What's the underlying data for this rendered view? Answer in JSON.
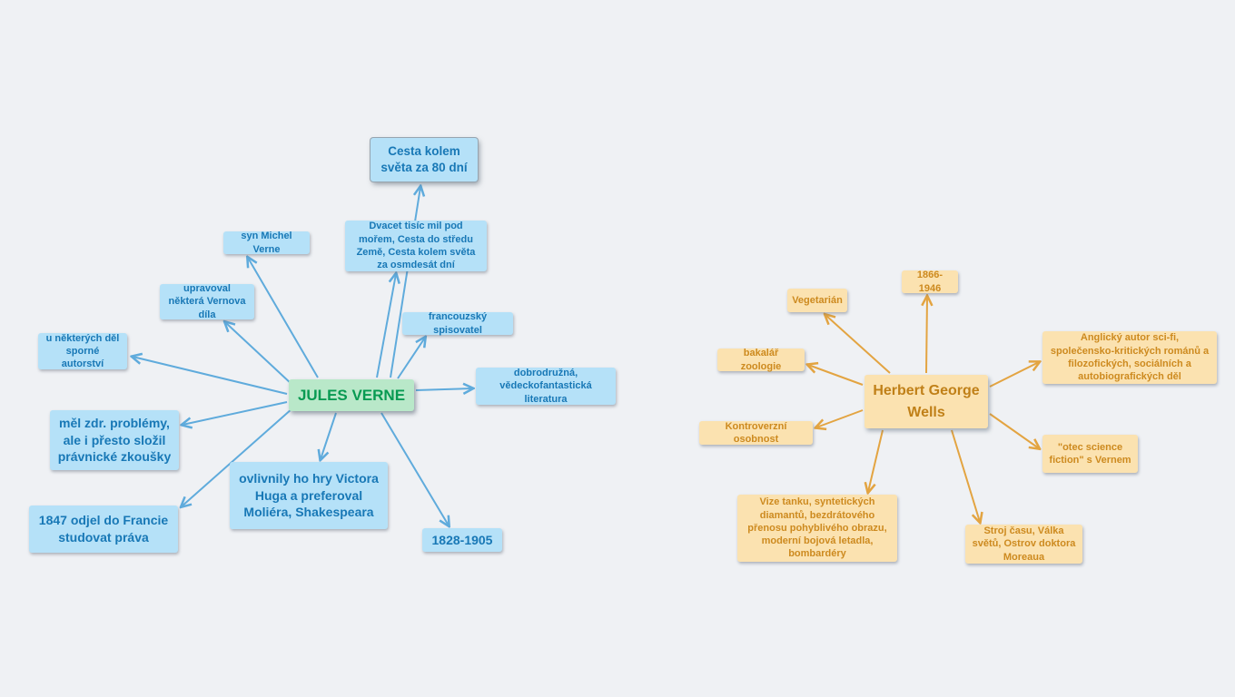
{
  "canvas": {
    "background_color": "#eff1f4",
    "verne_line_color": "#5fabdc",
    "wells_line_color": "#e3a441",
    "verne_node_bg": "#b5e1f8",
    "verne_node_text": "#1878b6",
    "verne_center_bg": "#b9e8c9",
    "verne_center_text": "#089a52",
    "wells_node_bg": "#fbe2b0",
    "wells_node_text": "#cd8a1f"
  },
  "verne": {
    "center": {
      "label": "JULES VERNE"
    },
    "nodes": [
      {
        "id": "cesta-kolem-sveta",
        "label": "Cesta kolem světa za 80 dní"
      },
      {
        "id": "dvacet-tisic-mil",
        "label": "Dvacet tisíc mil pod mořem, Cesta do středu Země, Cesta kolem světa za osmdesát dní"
      },
      {
        "id": "syn-michel-verne",
        "label": "syn Michel Verne"
      },
      {
        "id": "upravoval-dila",
        "label": "upravoval některá Vernova díla"
      },
      {
        "id": "sporne-autorstvi",
        "label": "u některých děl sporné autorství"
      },
      {
        "id": "francouzsky-spisovatel",
        "label": "francouzský spisovatel"
      },
      {
        "id": "dobrodruzna-literatura",
        "label": "dobrodružná, vědeckofantastická literatura"
      },
      {
        "id": "zdravotni-problemy",
        "label": "měl zdr. problémy, ale i přesto složil právnické zkoušky"
      },
      {
        "id": "ovlivnily-hry",
        "label": "ovlivnily ho hry Victora Huga a preferoval Moliéra, Shakespeara"
      },
      {
        "id": "odjel-do-francie",
        "label": "1847 odjel do Francie studovat práva"
      },
      {
        "id": "zivotni-data",
        "label": "1828-1905"
      }
    ]
  },
  "wells": {
    "center": {
      "label": "Herbert George Wells"
    },
    "nodes": [
      {
        "id": "zivotni-data",
        "label": "1866-1946"
      },
      {
        "id": "vegetarian",
        "label": "Vegetarián"
      },
      {
        "id": "anglicky-autor",
        "label": "Anglický autor sci-fi, společensko-kritických románů a filozofických, sociálních a autobiografických děl"
      },
      {
        "id": "bakalar-zoologie",
        "label": "bakalář zoologie"
      },
      {
        "id": "kontroverzni-osobnost",
        "label": "Kontroverzní osobnost"
      },
      {
        "id": "otec-science-fiction",
        "label": "\"otec science fiction\" s Vernem"
      },
      {
        "id": "vize-tanku",
        "label": "Vize tanku, syntetických diamantů, bezdrátového přenosu pohyblivého obrazu, moderní bojová letadla, bombardéry"
      },
      {
        "id": "stroj-casu",
        "label": "Stroj času, Válka světů, Ostrov doktora Moreaua"
      }
    ]
  }
}
